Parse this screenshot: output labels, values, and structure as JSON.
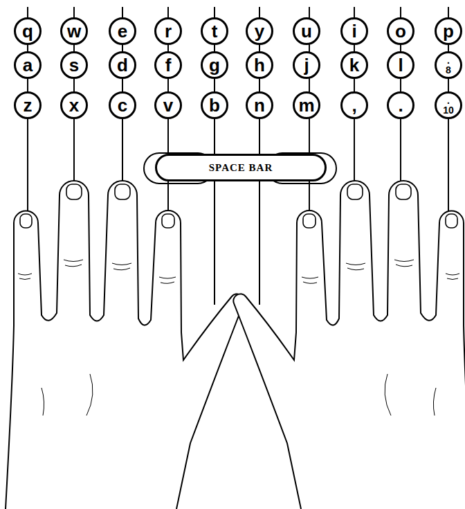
{
  "diagram": {
    "nodes": [
      {
        "text": [
          "q"
        ]
      },
      {
        "text": [
          "w"
        ]
      },
      {
        "text": [
          "e"
        ]
      },
      {
        "text": [
          "r"
        ]
      },
      {
        "text": [
          "t"
        ]
      },
      {
        "text": [
          "y"
        ]
      },
      {
        "text": [
          "u"
        ]
      },
      {
        "text": [
          "i"
        ]
      },
      {
        "text": [
          "o"
        ]
      },
      {
        "text": [
          "p"
        ]
      },
      {
        "text": [
          "a"
        ]
      },
      {
        "text": [
          "s"
        ]
      },
      {
        "text": [
          "d"
        ]
      },
      {
        "text": [
          "f"
        ]
      },
      {
        "text": [
          "g"
        ]
      },
      {
        "text": [
          "h"
        ]
      },
      {
        "text": [
          "j"
        ]
      },
      {
        "text": [
          "k"
        ]
      },
      {
        "text": [
          "l"
        ]
      },
      {
        "text": [
          ". 8"
        ]
      },
      {
        "text": [
          "z"
        ]
      },
      {
        "text": [
          "x"
        ]
      },
      {
        "text": [
          "c"
        ]
      },
      {
        "text": [
          "v"
        ]
      },
      {
        "text": [
          "b"
        ]
      },
      {
        "text": [
          "n"
        ]
      },
      {
        "text": [
          "m"
        ]
      },
      {
        "text": [
          ","
        ]
      },
      {
        "text": [
          "."
        ]
      },
      {
        "text": [
          ". 10"
        ]
      },
      {
        "text": [
          "SPACE BAR"
        ]
      }
    ]
  }
}
